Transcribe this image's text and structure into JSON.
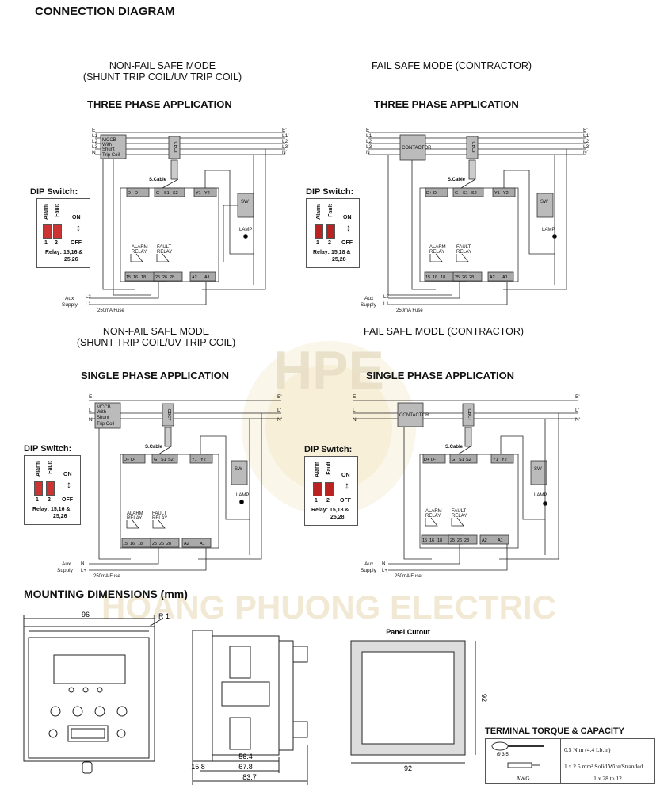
{
  "title": "CONNECTION DIAGRAM",
  "sections": {
    "nfs_three": {
      "mode": "NON-FAIL SAFE MODE",
      "mode2": "(SHUNT TRIP COIL/UV TRIP COIL)",
      "app": "THREE PHASE APPLICATION"
    },
    "fs_three": {
      "mode": "FAIL SAFE MODE (CONTRACTOR)",
      "app": "THREE PHASE APPLICATION"
    },
    "nfs_single": {
      "mode": "NON-FAIL SAFE MODE",
      "mode2": "(SHUNT TRIP COIL/UV TRIP COIL)",
      "app": "SINGLE PHASE APPLICATION"
    },
    "fs_single": {
      "mode": "FAIL SAFE MODE (CONTRACTOR)",
      "app": "SINGLE PHASE APPLICATION"
    }
  },
  "labels": {
    "dip_switch": "DIP Switch:",
    "alarm": "Alarm",
    "fault": "Fault",
    "on": "ON",
    "off": "OFF",
    "one": "1",
    "two": "2",
    "relay_nfs": "Relay: 15,16 &",
    "relay_nfs2": "25,26",
    "relay_fs": "Relay: 15,18 &",
    "relay_fs2": "25,28",
    "mccb": "MCCB",
    "with": "With",
    "shunt": "Shunt",
    "trip_coil": "Trip Coil",
    "contactor": "CONTACTOR",
    "cbct": "CBCT",
    "scable": "S.Cable",
    "alarm_relay": "ALARM",
    "relay": "RELAY",
    "fault_relay": "FAULT",
    "sw": "SW",
    "lamp": "LAMP",
    "aux": "Aux",
    "supply": "Supply",
    "fuse": "250mA Fuse",
    "term_top": [
      "D+",
      "D-",
      "G",
      "S1",
      "S2",
      "Y1",
      "Y2"
    ],
    "term_bot_nfs": [
      "15",
      "16",
      "18",
      "25",
      "26",
      "28",
      "A2",
      "A1"
    ],
    "lines3": [
      "E",
      "L1",
      "L2",
      "L3",
      "N"
    ],
    "lines3p": [
      "E'",
      "L1'",
      "L2'",
      "L3'",
      "N'"
    ],
    "lines1": [
      "E",
      "L",
      "N"
    ],
    "lines1p": [
      "E'",
      "L'",
      "N'"
    ],
    "aux3": [
      "L2",
      "L1"
    ],
    "aux1": [
      "N",
      "L+"
    ]
  },
  "mounting": {
    "title": "MOUNTING DIMENSIONS (mm)",
    "width_front": "96",
    "radius": "R 1",
    "side_dims": [
      "56.4",
      "67.8",
      "83.7"
    ],
    "side_left": "15.8",
    "panel_cutout": "Panel Cutout",
    "cutout_w": "92",
    "cutout_h": "92"
  },
  "watermark": {
    "logo": "HPE",
    "name": "HOANG PHUONG ELECTRIC"
  },
  "torque": {
    "title": "TERMINAL TORQUE & CAPACITY",
    "screw": "Ø 3.5",
    "torque_val": "0.5 N.m (4.4 Lb.in)",
    "wire": "1 x 2.5 mm² Solid Wire/Stranded",
    "awg_label": "AWG",
    "awg_val": "1 x 28 to 12"
  }
}
